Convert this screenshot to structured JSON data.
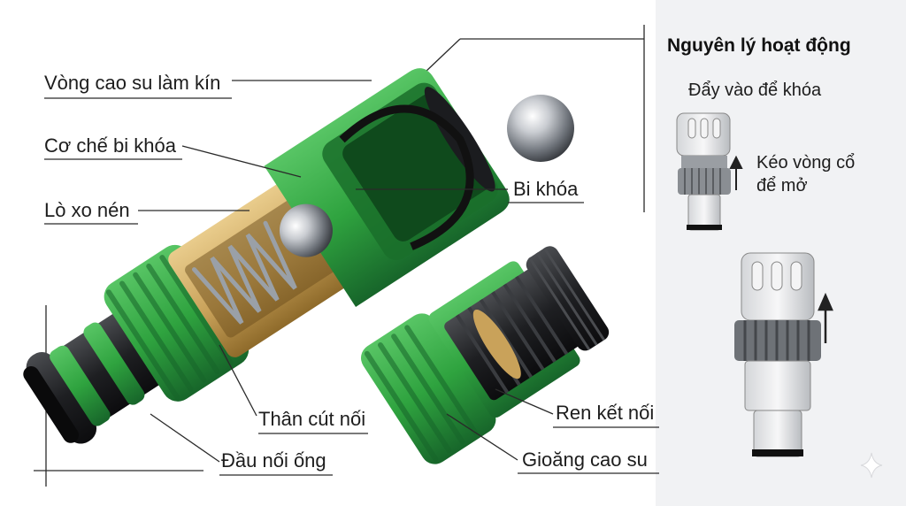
{
  "labels": {
    "seal_ring": "Vòng cao su làm kín",
    "ball_lock_mechanism": "Cơ chế bi khóa",
    "compression_spring": "Lò xo nén",
    "lock_ball": "Bi khóa",
    "connector_body": "Thân cút nối",
    "hose_connector_end": "Đầu nối ống",
    "connection_thread": "Ren kết nối",
    "rubber_gasket": "Gioăng cao su"
  },
  "side_panel": {
    "title": "Nguyên lý hoạt động",
    "push_text": "Đẩy vào để khóa",
    "pull_text_line1": "Kéo vòng cổ",
    "pull_text_line2": "để mở"
  },
  "colors": {
    "green_dark": "#1d7a2c",
    "green": "#2fa33f",
    "green_light": "#58c565",
    "brass": "#c9a25a",
    "brass_dark": "#8e6a2a",
    "black_rubber": "#1e1f22",
    "panel_bg": "#f1f2f4",
    "steel": "#a9adb3"
  }
}
